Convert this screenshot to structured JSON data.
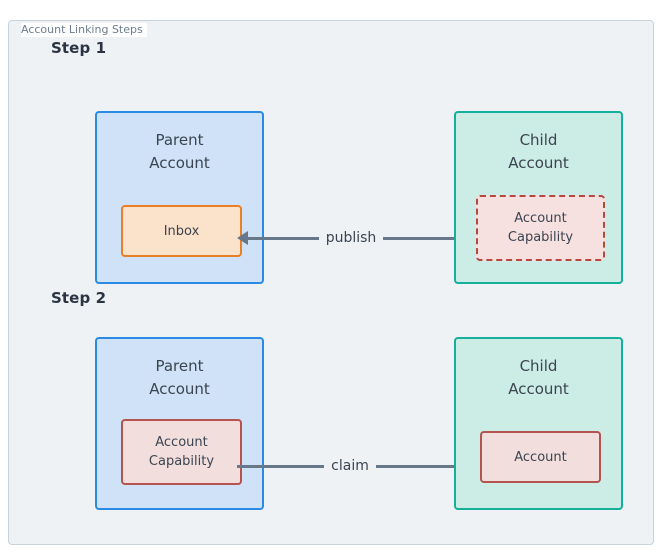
{
  "panel": {
    "title": "Account Linking Steps"
  },
  "steps": [
    {
      "label": "Step 1",
      "left_box": {
        "title": "Parent\nAccount",
        "inner": {
          "label": "Inbox",
          "style": "solid-orange"
        }
      },
      "arrow": {
        "label": "publish",
        "direction": "left"
      },
      "right_box": {
        "title": "Child\nAccount",
        "inner": {
          "label": "Account\nCapability",
          "style": "dashed-red"
        }
      }
    },
    {
      "label": "Step 2",
      "left_box": {
        "title": "Parent\nAccount",
        "inner": {
          "label": "Account\nCapability",
          "style": "solid-red"
        }
      },
      "arrow": {
        "label": "claim",
        "direction": "right"
      },
      "right_box": {
        "title": "Child\nAccount",
        "inner": {
          "label": "Account",
          "style": "solid-red"
        }
      }
    }
  ],
  "colors": {
    "panel_background": "#eef2f5",
    "panel_border": "#c7d2da",
    "parent_fill": "#cfe2f7",
    "parent_border": "#2a8ae4",
    "child_fill": "#ccece6",
    "child_border": "#14b09a",
    "inbox_fill": "#fbe2cb",
    "inbox_border": "#e8802a",
    "capability_fill": "#f7e0e0",
    "capability_border": "#b5483f",
    "arrow": "#66788a",
    "text": "#3b4450",
    "step_label": "#2a3442",
    "title_text": "#6d7d8c"
  }
}
